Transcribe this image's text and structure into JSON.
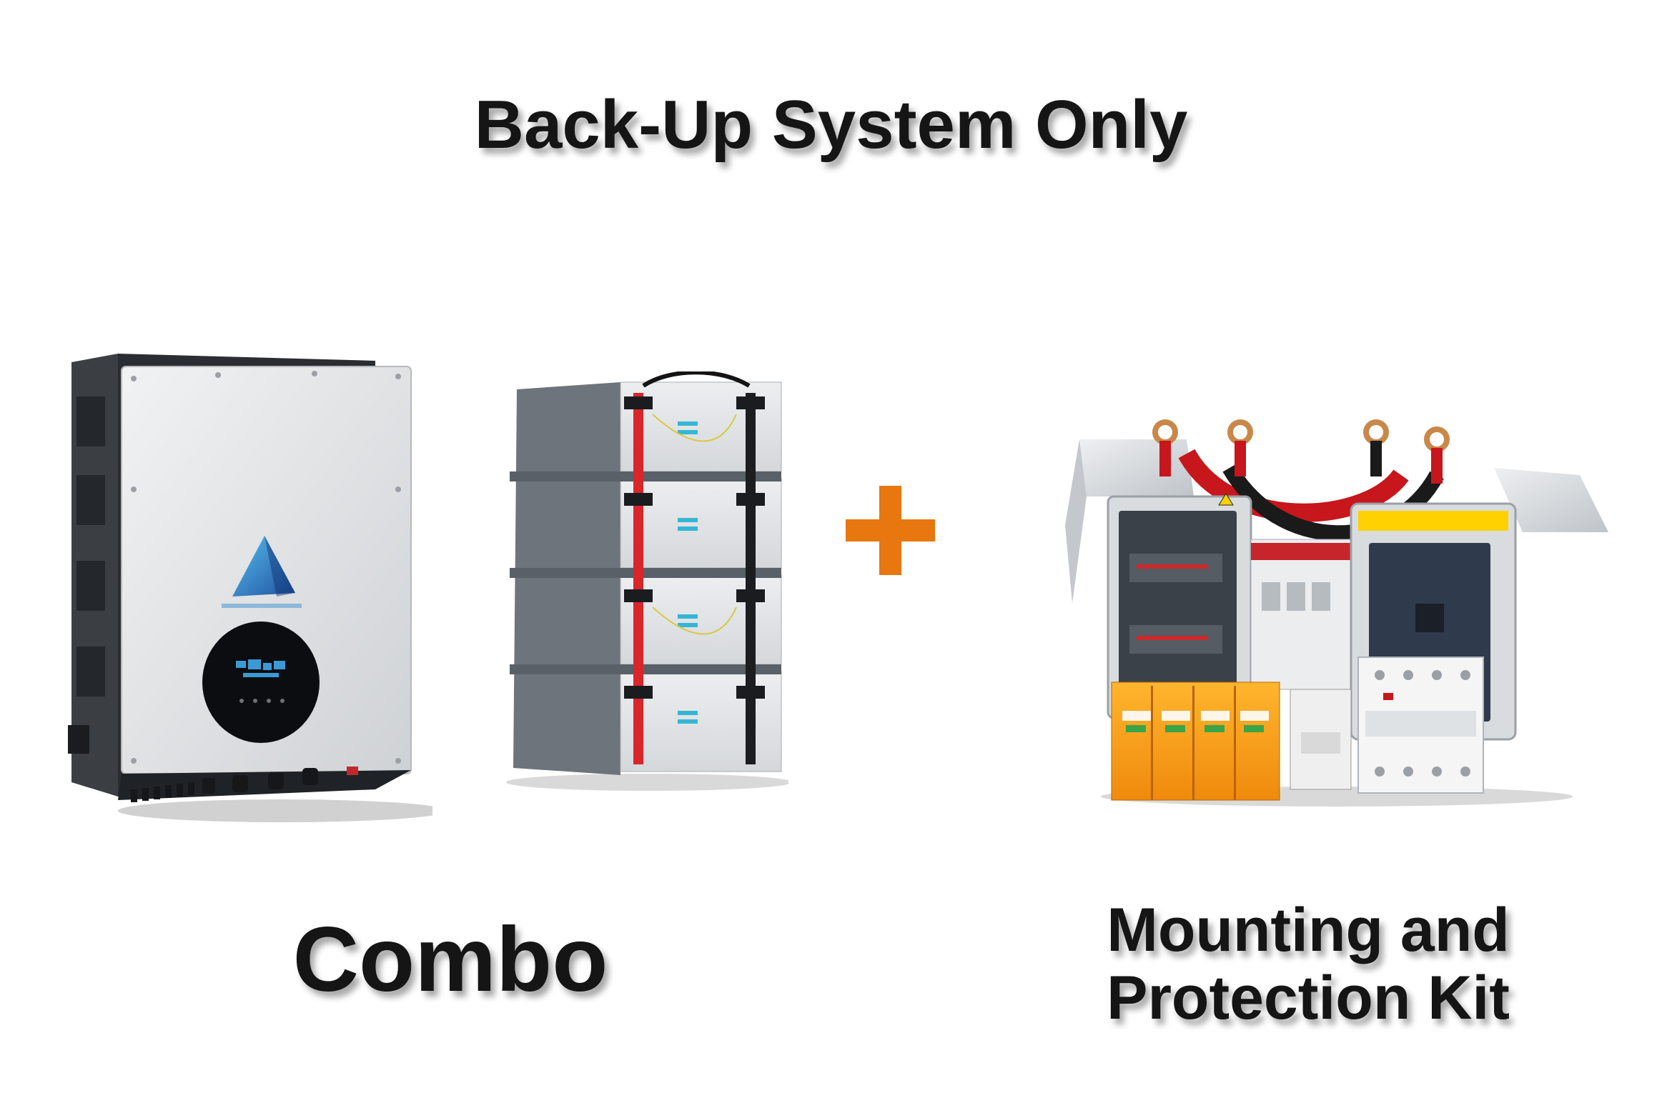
{
  "headline": "Back-Up System Only",
  "captions": {
    "combo": "Combo",
    "kit_line1": "Mounting and",
    "kit_line2": "Protection Kit"
  },
  "colors": {
    "accent_plus": "#e8770f",
    "text": "#151515",
    "background": "#ffffff"
  },
  "icons": {
    "join": "plus-icon"
  }
}
